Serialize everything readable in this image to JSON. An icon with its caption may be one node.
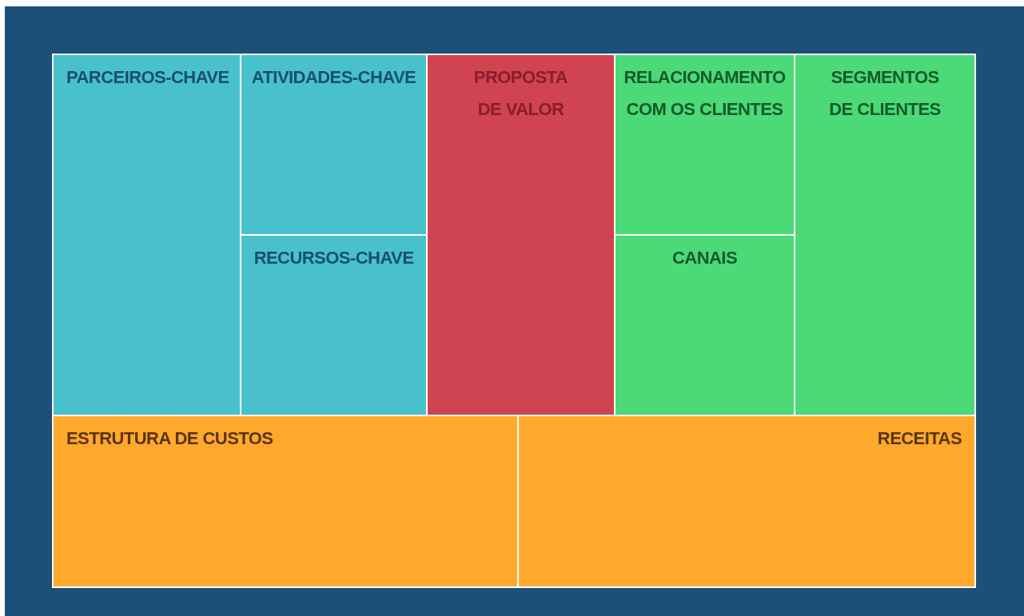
{
  "diagram": {
    "nodes": [
      {
        "text": [
          "PARCEIROS-CHAVE"
        ]
      },
      {
        "text": [
          "ATIVIDADES-CHAVE"
        ]
      },
      {
        "text": [
          "RECURSOS-CHAVE"
        ]
      },
      {
        "text": [
          "PROPOSTA DE VALOR"
        ]
      },
      {
        "text": [
          "RELACIONAMENTO COM OS CLIENTES"
        ]
      },
      {
        "text": [
          "CANAIS"
        ]
      },
      {
        "text": [
          "SEGMENTOS DE CLIENTES"
        ]
      },
      {
        "text": [
          "ESTRUTURA DE CUSTOS"
        ]
      },
      {
        "text": [
          "RECEITAS"
        ]
      }
    ]
  }
}
